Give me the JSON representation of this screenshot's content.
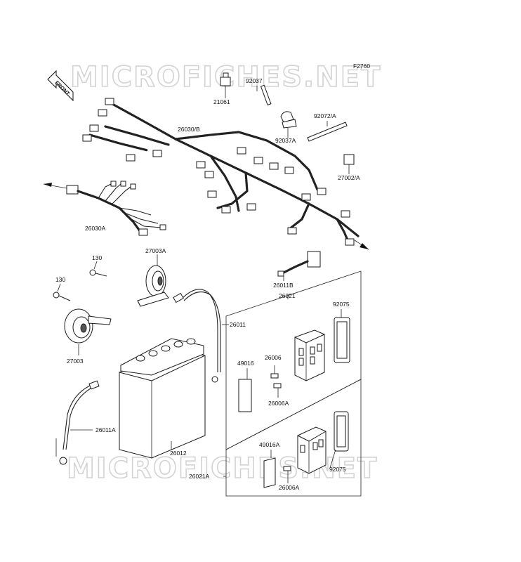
{
  "diagram": {
    "code": "F2760",
    "front_label": "FRONT",
    "watermark": "MICROFICHES.NET",
    "parts": {
      "p21061": "21061",
      "p92037": "92037",
      "p92037A": "92037A",
      "p92072A": "92072/A",
      "p27002A": "27002/A",
      "p26030B": "26030/B",
      "p26030A": "26030A",
      "p27003A": "27003A",
      "p130a": "130",
      "p130b": "130",
      "p27003": "27003",
      "p26011B": "26011B",
      "p26021": "26021",
      "p92075a": "92075",
      "p26011": "26011",
      "p49016": "49016",
      "p26006": "26006",
      "p26006A": "26006A",
      "p26011A": "26011A",
      "p26012": "26012",
      "p49016A": "49016A",
      "p92075b": "92075",
      "p26021A": "26021A",
      "p26006Ab": "26006A"
    }
  }
}
